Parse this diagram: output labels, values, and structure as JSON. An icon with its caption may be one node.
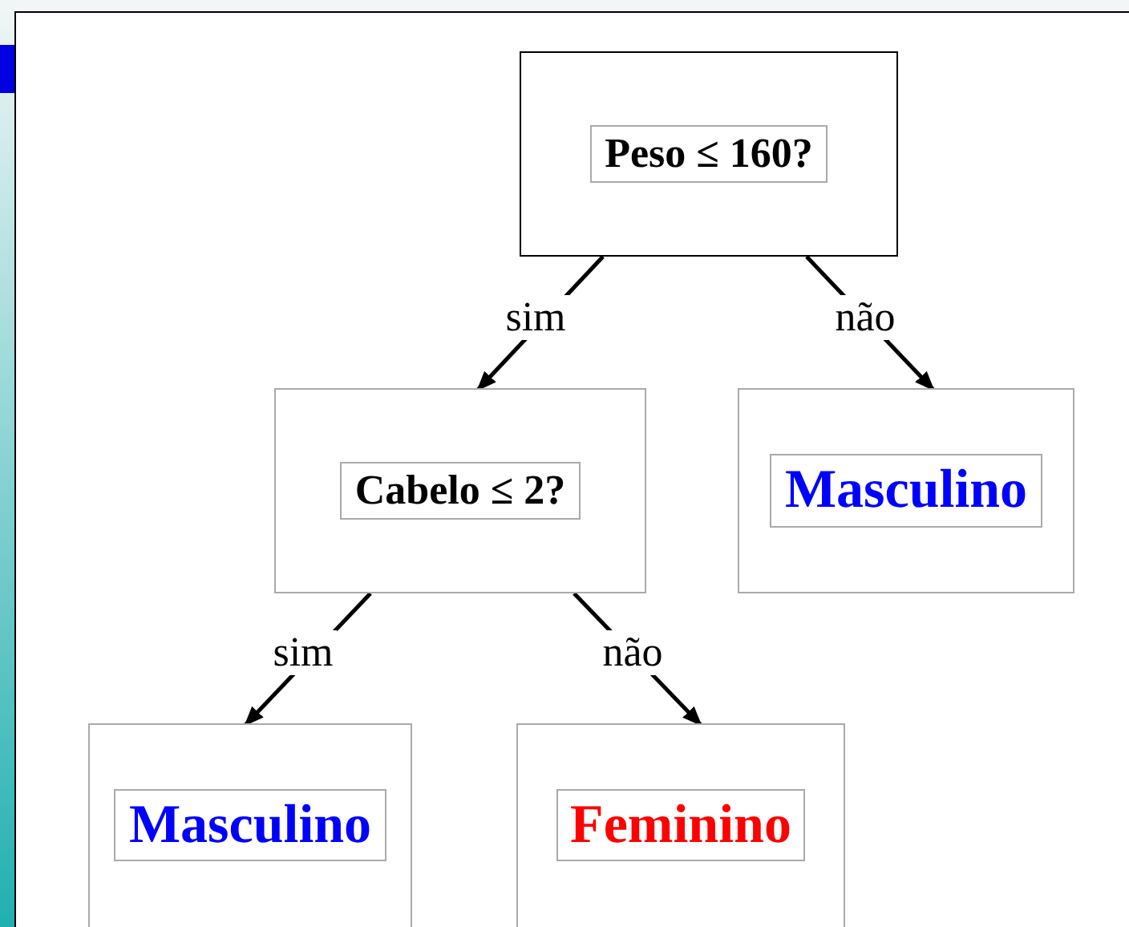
{
  "diagram": {
    "nodes": [
      {
        "text": [
          "Peso ≤ 160?"
        ]
      },
      {
        "text": [
          "Cabelo ≤ 2?"
        ]
      },
      {
        "text": [
          "Masculino"
        ]
      },
      {
        "text": [
          "Masculino"
        ]
      },
      {
        "text": [
          "Feminino"
        ]
      }
    ],
    "edges": [
      {
        "from": 0,
        "to": 1,
        "arrow": "to",
        "label": "sim"
      },
      {
        "from": 0,
        "to": 2,
        "arrow": "to",
        "label": "não"
      },
      {
        "from": 1,
        "to": 3,
        "arrow": "to",
        "label": "sim"
      },
      {
        "from": 1,
        "to": 4,
        "arrow": "to",
        "label": "não"
      }
    ]
  }
}
